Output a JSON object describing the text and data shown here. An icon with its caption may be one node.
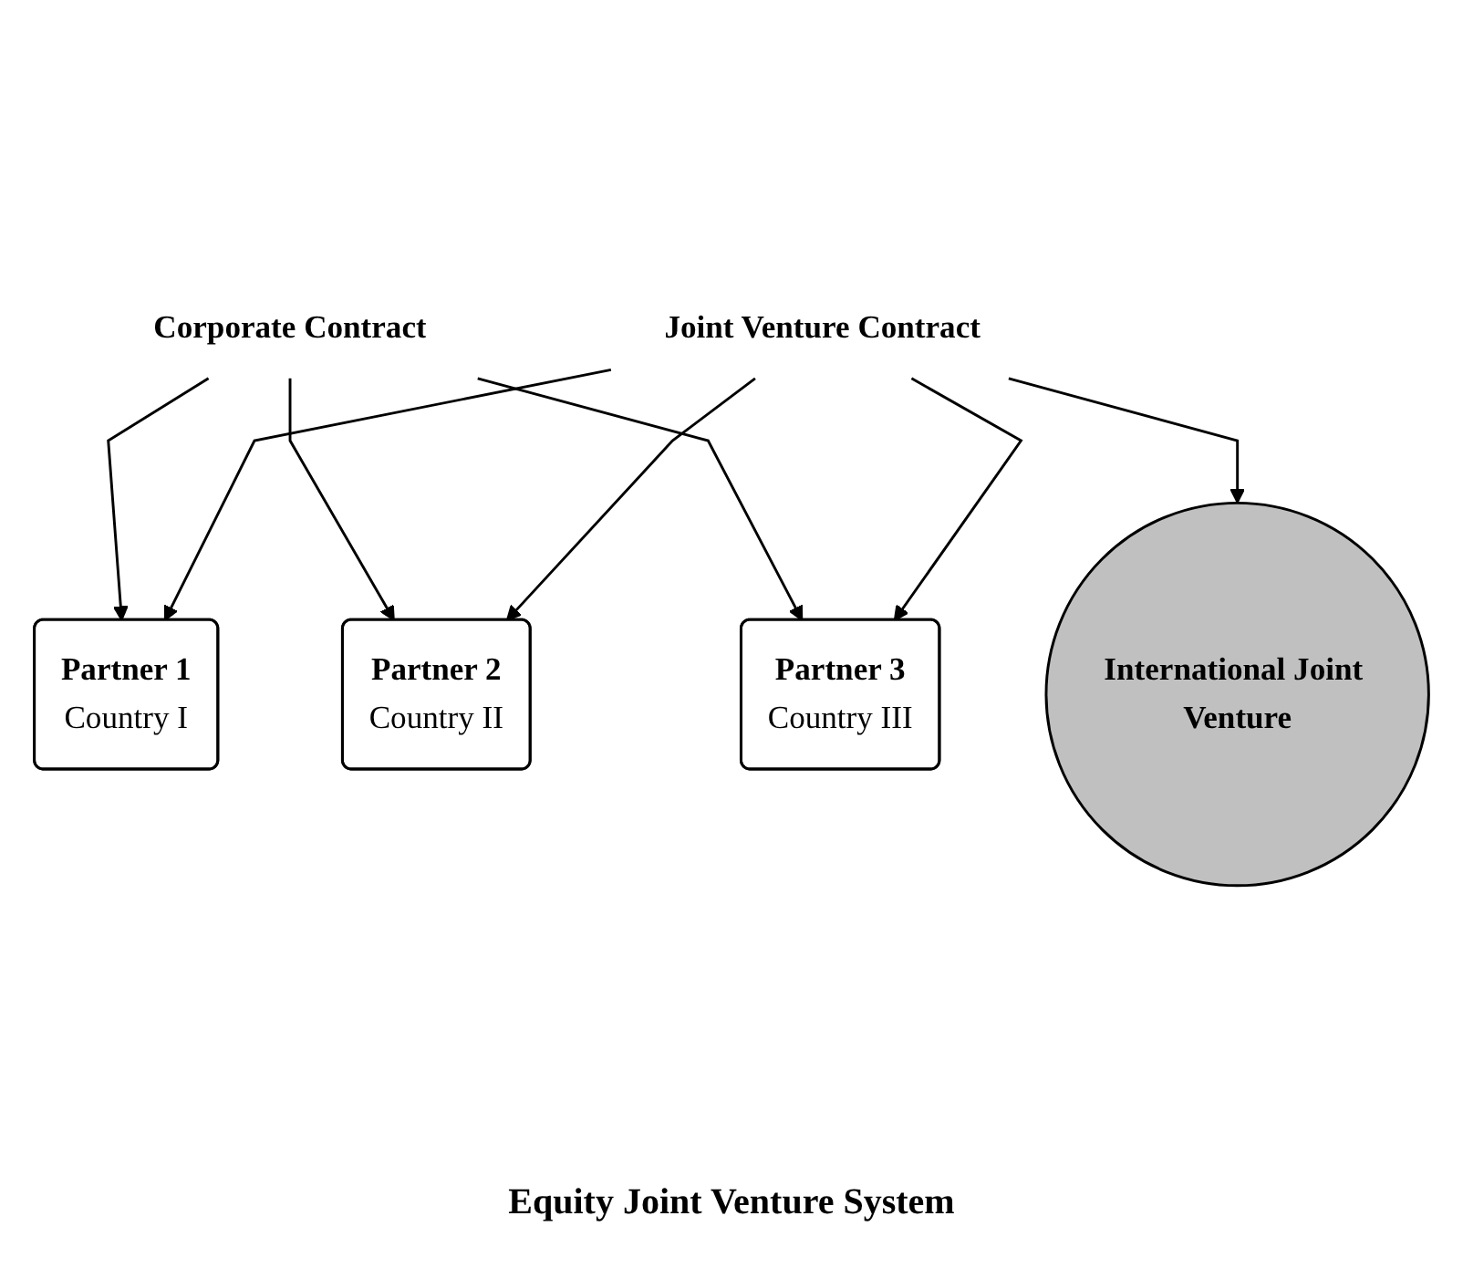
{
  "diagram": {
    "caption": "Equity Joint Venture System",
    "nodes": [
      {
        "text": [
          "Corporate Contract"
        ]
      },
      {
        "text": [
          "Partner 1",
          "Country I"
        ]
      },
      {
        "text": [
          "Partner 2",
          "Country II"
        ]
      },
      {
        "text": [
          "Partner 3",
          "Country III"
        ]
      },
      {
        "text": [
          "Joint Venture Contract"
        ]
      },
      {
        "text": [
          "International Joint Venture"
        ]
      }
    ],
    "edges": [
      {
        "from": 0,
        "to": 1,
        "arrow": "to"
      },
      {
        "from": 0,
        "to": 2,
        "arrow": "to"
      },
      {
        "from": 0,
        "to": 3,
        "arrow": "to"
      },
      {
        "from": 4,
        "to": 1,
        "arrow": "to"
      },
      {
        "from": 4,
        "to": 2,
        "arrow": "to"
      },
      {
        "from": 4,
        "to": 3,
        "arrow": "to"
      },
      {
        "from": 4,
        "to": 5,
        "arrow": "to"
      }
    ]
  }
}
